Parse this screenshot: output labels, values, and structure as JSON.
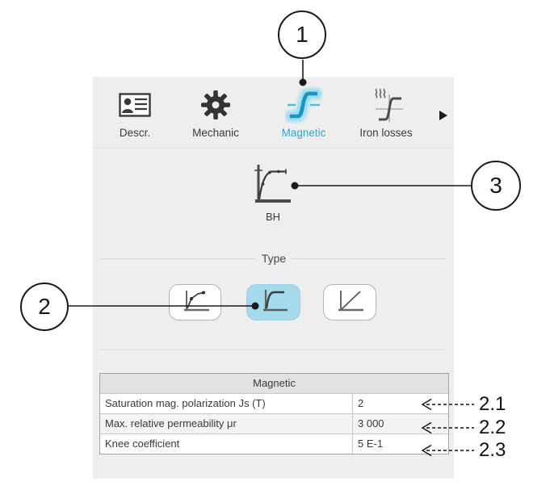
{
  "tabs": {
    "items": [
      {
        "label": "Descr."
      },
      {
        "label": "Mechanic"
      },
      {
        "label": "Magnetic"
      },
      {
        "label": "Iron losses"
      }
    ]
  },
  "bh": {
    "label": "BH"
  },
  "type_section": {
    "title": "Type"
  },
  "table": {
    "header": "Magnetic",
    "rows": [
      {
        "label": "Saturation mag. polarization Js (T)",
        "value": "2"
      },
      {
        "label": "Max. relative permeability μr",
        "value": "3 000"
      },
      {
        "label": "Knee coefficient",
        "value": "5 E-1"
      }
    ]
  },
  "annotations": {
    "callout1": "1",
    "callout2": "2",
    "callout3": "3",
    "ref1": "2.1",
    "ref2": "2.2",
    "ref3": "2.3"
  },
  "colors": {
    "accent": "#2aa9d3",
    "selected_bg": "#a3daec"
  }
}
